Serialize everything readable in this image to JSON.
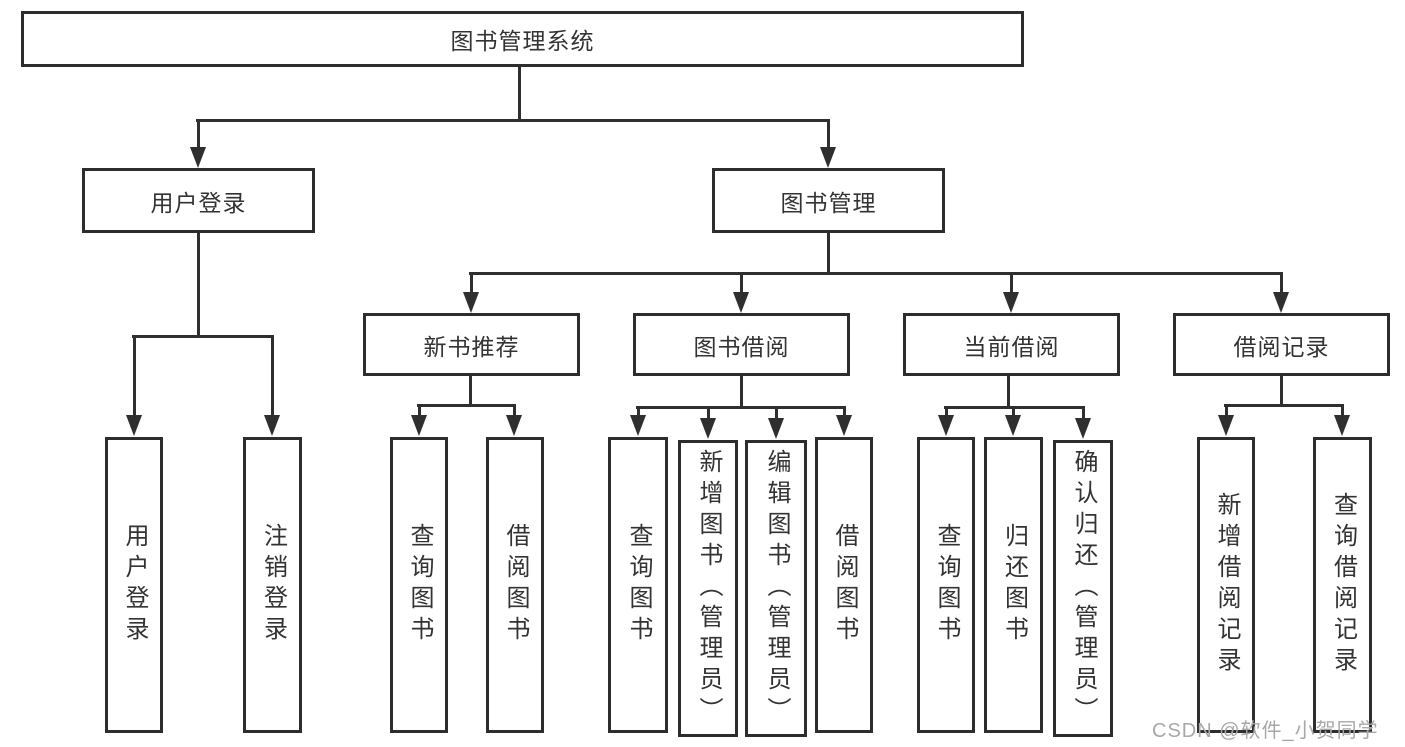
{
  "diagram": {
    "type": "tree",
    "root": {
      "label": "图书管理系统",
      "children": [
        {
          "label": "用户登录",
          "children": [
            {
              "label": "用户登录"
            },
            {
              "label": "注销登录"
            }
          ]
        },
        {
          "label": "图书管理",
          "children": [
            {
              "label": "新书推荐",
              "children": [
                {
                  "label": "查询图书"
                },
                {
                  "label": "借阅图书"
                }
              ]
            },
            {
              "label": "图书借阅",
              "children": [
                {
                  "label": "查询图书"
                },
                {
                  "label": "新增图书（管理员）"
                },
                {
                  "label": "编辑图书（管理员）"
                },
                {
                  "label": "借阅图书"
                }
              ]
            },
            {
              "label": "当前借阅",
              "children": [
                {
                  "label": "查询图书"
                },
                {
                  "label": "归还图书"
                },
                {
                  "label": "确认归还（管理员）"
                }
              ]
            },
            {
              "label": "借阅记录",
              "children": [
                {
                  "label": "新增借阅记录"
                },
                {
                  "label": "查询借阅记录"
                }
              ]
            }
          ]
        }
      ]
    },
    "line_color": "#2f2f2f",
    "box_background": "#ffffff",
    "text_color": "#333333"
  },
  "watermark": {
    "text": "CSDN @软件_小贺同学",
    "color": "#a8a8a8"
  }
}
